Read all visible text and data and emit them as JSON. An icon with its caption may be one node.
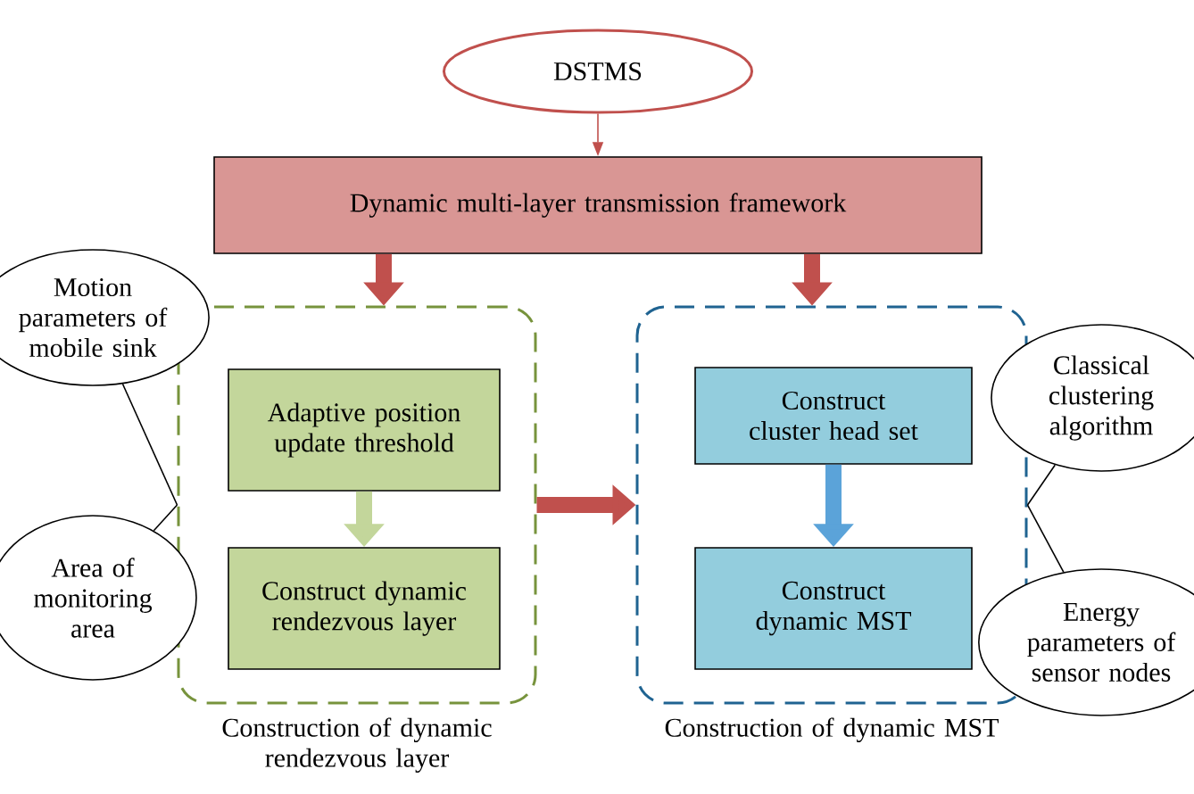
{
  "diagram": {
    "nodes": [
      {
        "text": [
          "DSTMS"
        ]
      },
      {
        "text": [
          "Dynamic multi-layer transmission framework"
        ]
      },
      {
        "text": [],
        "shape": "box",
        "beside": [
          "Construction of dynamic rendezvous layer"
        ]
      },
      {
        "text": [],
        "shape": "box",
        "beside": [
          "Construction of dynamic MST"
        ]
      },
      {
        "text": [
          "Adaptive position update threshold"
        ],
        "in": 2
      },
      {
        "text": [
          "Construct dynamic rendezvous layer"
        ],
        "in": 2
      },
      {
        "text": [
          "Construct cluster head set"
        ],
        "in": 3
      },
      {
        "text": [
          "Construct dynamic MST"
        ],
        "in": 3
      },
      {
        "text": [
          "Motion parameters of mobile sink"
        ]
      },
      {
        "text": [
          "Area of monitoring area"
        ]
      },
      {
        "text": [
          "Classical clustering algorithm"
        ]
      },
      {
        "text": [
          "Energy parameters of sensor nodes"
        ]
      }
    ],
    "edges": [
      {
        "from": 0,
        "to": 1,
        "arrow": "to",
        "color": "#c0504d"
      },
      {
        "from": 1,
        "to": 2,
        "arrow": "to",
        "style": "thick",
        "color": "#c0504d"
      },
      {
        "from": 1,
        "to": 3,
        "arrow": "to",
        "style": "thick",
        "color": "#c0504d"
      },
      {
        "from": 4,
        "to": 5,
        "arrow": "to",
        "style": "thick",
        "color": "#c3d69b"
      },
      {
        "from": 6,
        "to": 7,
        "arrow": "to",
        "style": "thick",
        "color": "#5ba3d9"
      },
      {
        "from": 2,
        "to": 3,
        "arrow": "to",
        "style": "thick",
        "color": "#c0504d"
      },
      {
        "from": 8,
        "to": 2,
        "arrow": "none",
        "color": "#000000"
      },
      {
        "from": 9,
        "to": 2,
        "arrow": "none",
        "color": "#000000"
      },
      {
        "from": 10,
        "to": 3,
        "arrow": "none",
        "color": "#000000"
      },
      {
        "from": 11,
        "to": 3,
        "arrow": "none",
        "color": "#000000"
      }
    ]
  }
}
